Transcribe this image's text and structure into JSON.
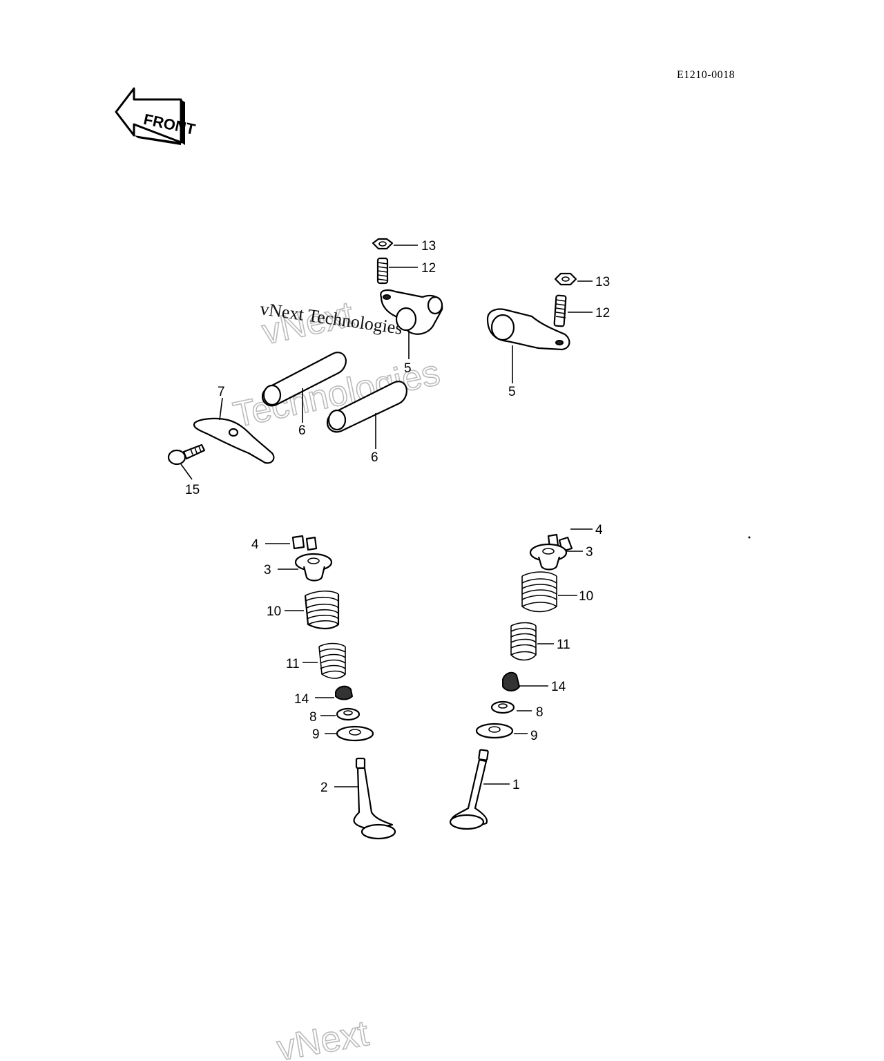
{
  "diagram": {
    "code": "E1210-0018",
    "front_arrow_label": "FRONT",
    "watermark": {
      "small": "vNext Technologies",
      "outline_a": "vNext",
      "outline_b": "Technologies",
      "bottom": "vNext"
    },
    "callouts": {
      "c13a": "13",
      "c12a": "12",
      "c13b": "13",
      "c12b": "12",
      "c5a": "5",
      "c5b": "5",
      "c7": "7",
      "c6a": "6",
      "c6b": "6",
      "c15": "15",
      "c4a": "4",
      "c3a": "3",
      "c10a": "10",
      "c11a": "11",
      "c14a": "14",
      "c8a": "8",
      "c9a": "9",
      "c2": "2",
      "c4b": "4",
      "c3b": "3",
      "c10b": "10",
      "c11b": "11",
      "c14b": "14",
      "c8b": "8",
      "c9b": "9",
      "c1": "1"
    }
  }
}
